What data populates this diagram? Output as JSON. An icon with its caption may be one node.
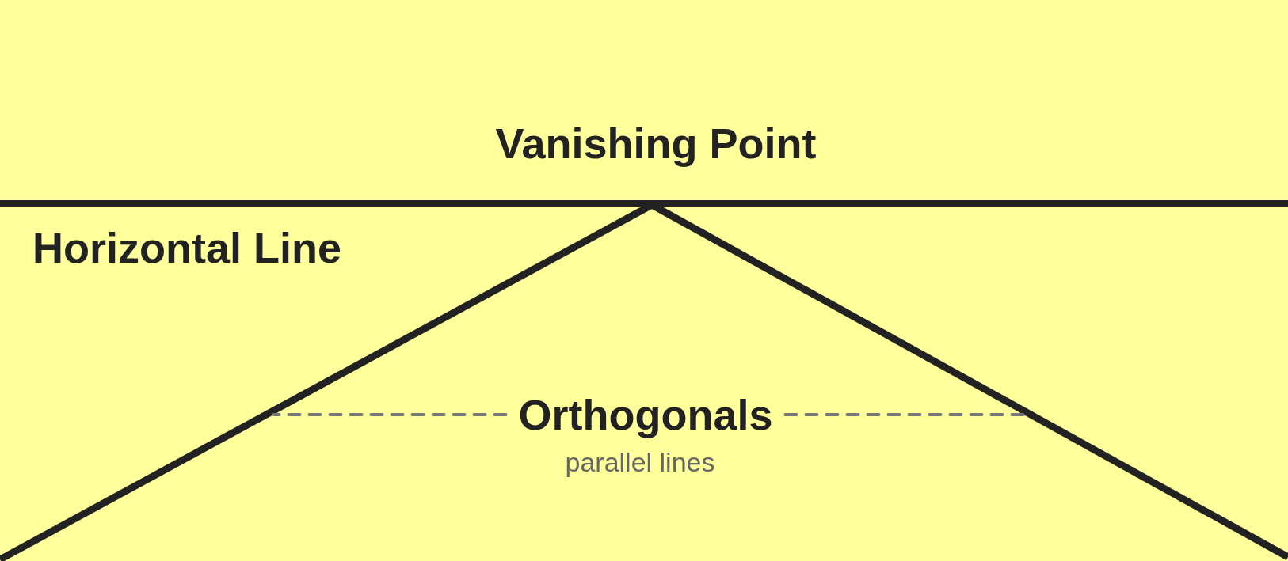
{
  "diagram": {
    "nodes": [
      {
        "text": [],
        "shape": "line"
      },
      {
        "text": [],
        "shape": "line"
      },
      {
        "text": [
          "Orthogonals"
        ],
        "beside": [
          "parallel lines"
        ]
      }
    ],
    "edges": [
      {
        "from": 2,
        "to": 0,
        "arrow": "none",
        "style": "dashed"
      },
      {
        "from": 2,
        "to": 1,
        "arrow": "none",
        "style": "dashed"
      }
    ],
    "labels": [
      "Vanishing Point",
      "Horizontal Line"
    ]
  }
}
